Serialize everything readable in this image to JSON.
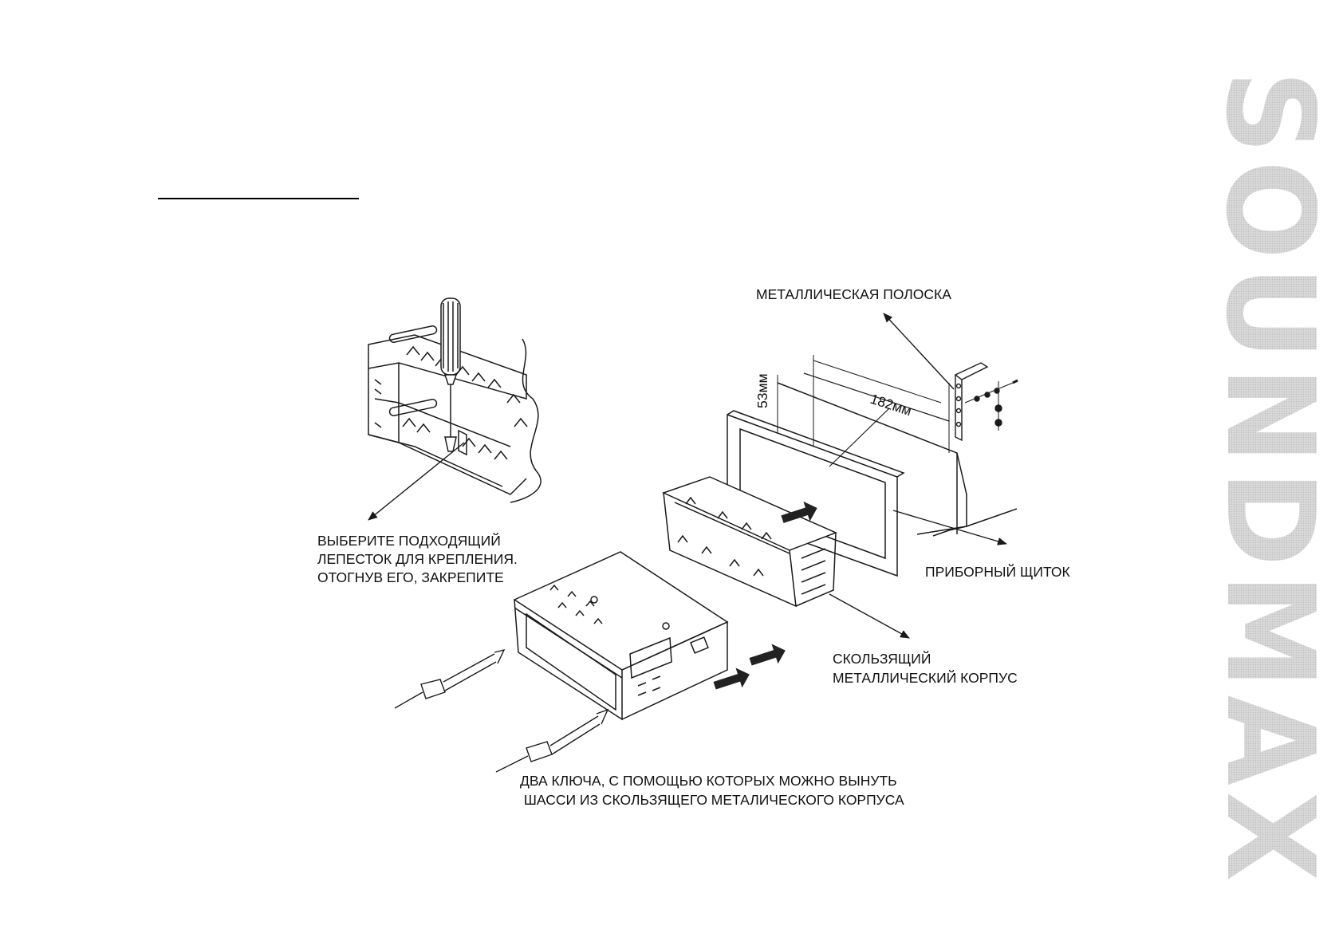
{
  "brand": {
    "name": "SOUNDMAX",
    "color": "#c8c8c8"
  },
  "labels": {
    "metal_strip": "МЕТАЛЛИЧЕСКАЯ ПОЛОСКА",
    "select_tab": [
      "ВЫБЕРИТЕ ПОДХОДЯЩИЙ",
      "ЛЕПЕСТОК ДЛЯ КРЕПЛЕНИЯ.",
      "ОТОГНУВ ЕГО, ЗАКРЕПИТЕ"
    ],
    "dashboard": "ПРИБОРНЫЙ ЩИТОК",
    "sleeve": [
      "СКОЛЬЗЯЩИЙ",
      "МЕТАЛЛИЧЕСКИЙ КОРПУС"
    ],
    "keys": [
      "ДВА КЛЮЧА, С ПОМОЩЬЮ КОТОРЫХ МОЖНО ВЫНУТЬ",
      " ШАССИ ИЗ СКОЛЬЗЯЩЕГО МЕТАЛИЧЕСКОГО КОРПУСА"
    ],
    "dim_height": "53мм",
    "dim_width": "182мм"
  },
  "colors": {
    "line": "#1a1a1a",
    "arrow_fill": "#222222"
  }
}
